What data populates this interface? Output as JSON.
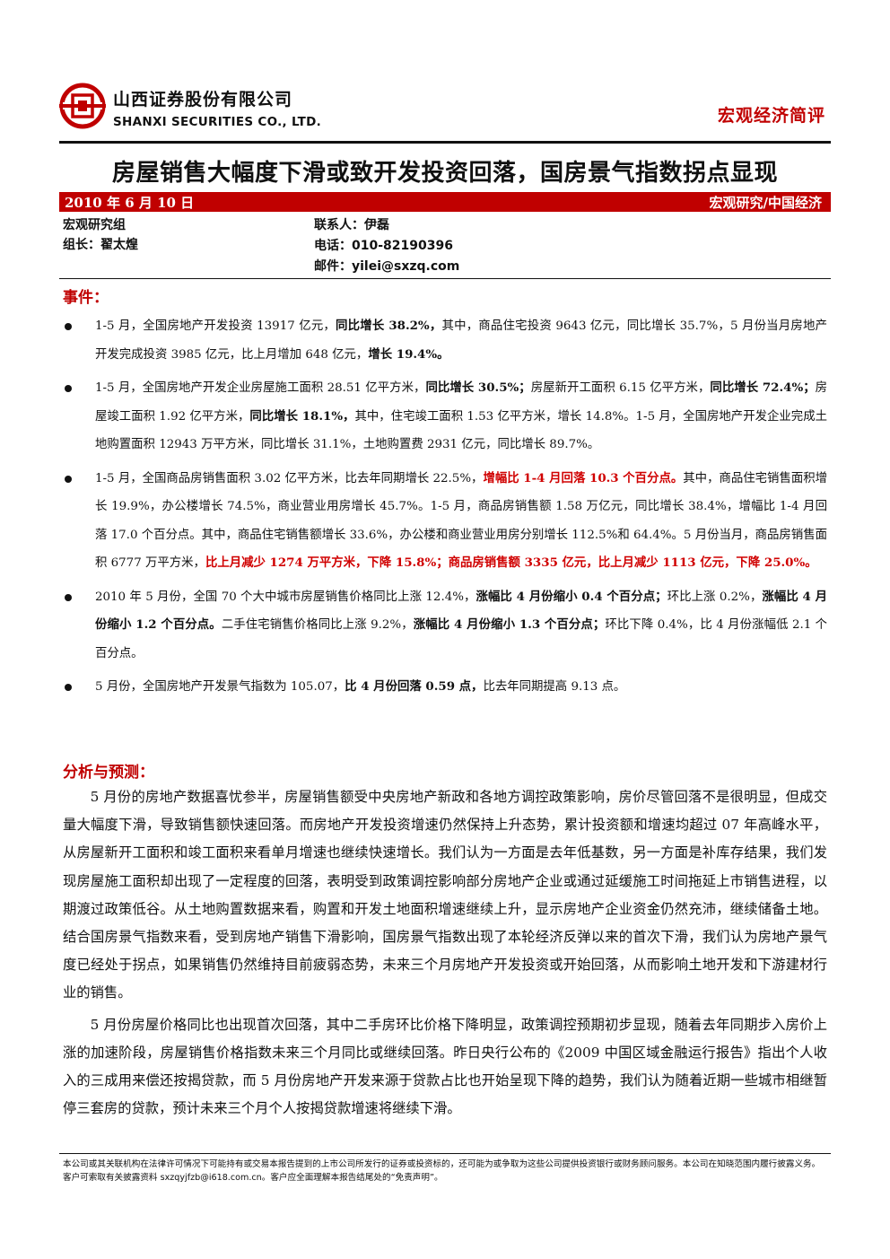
{
  "header": {
    "company_cn": "山西证券股份有限公司",
    "company_en": "SHANXI SECURITIES CO., LTD.",
    "doc_type": "宏观经济简评",
    "colors": {
      "brand_red": "#c00000"
    }
  },
  "title": "房屋销售大幅度下滑或致开发投资回落，国房景气指数拐点显现",
  "bar": {
    "date": "2010 年 6 月 10 日",
    "sector": "宏观研究/中国经济"
  },
  "meta": {
    "group": "宏观研究组",
    "leader": "组长：翟太煌",
    "contact": "联系人：伊磊",
    "phone": "电话：010-82190396",
    "email": "邮件：yilei@sxzq.com"
  },
  "events": {
    "heading": "事件：",
    "items": [
      {
        "segments": [
          {
            "t": "1-5 月，全国房地产开发投资 13917 亿元，"
          },
          {
            "t": "同比增长 38.2%，",
            "s": "b"
          },
          {
            "t": "其中，商品住宅投资 9643 亿元，同比增长 35.7%，5 月份当月房地产开发完成投资 3985 亿元，比上月增加 648 亿元，"
          },
          {
            "t": "增长 19.4%。",
            "s": "b"
          }
        ]
      },
      {
        "segments": [
          {
            "t": "1-5 月，全国房地产开发企业房屋施工面积 28.51 亿平方米，"
          },
          {
            "t": "同比增长 30.5%；",
            "s": "b"
          },
          {
            "t": "房屋新开工面积 6.15 亿平方米，"
          },
          {
            "t": "同比增长 72.4%；",
            "s": "b"
          },
          {
            "t": "房屋竣工面积 1.92 亿平方米，"
          },
          {
            "t": "同比增长 18.1%，",
            "s": "b"
          },
          {
            "t": "其中，住宅竣工面积 1.53 亿平方米，增长 14.8%。1-5 月，全国房地产开发企业完成土地购置面积 12943 万平方米，同比增长 31.1%，土地购置费 2931 亿元，同比增长 89.7%。"
          }
        ]
      },
      {
        "segments": [
          {
            "t": "1-5 月，全国商品房销售面积 3.02 亿平方米，比去年同期增长 22.5%，"
          },
          {
            "t": "增幅比 1-4 月回落 10.3 个百分点。",
            "s": "r"
          },
          {
            "t": "其中，商品住宅销售面积增长 19.9%，办公楼增长 74.5%，商业营业用房增长 45.7%。1-5 月，商品房销售额 1.58 万亿元，同比增长 38.4%，增幅比 1-4 月回落 17.0 个百分点。其中，商品住宅销售额增长 33.6%，办公楼和商业营业用房分别增长 112.5%和 64.4%。5 月份当月，商品房销售面积 6777 万平方米，"
          },
          {
            "t": "比上月减少 1274 万平方米，下降 15.8%；商品房销售额 3335 亿元，比上月减少 1113 亿元，下降 25.0%。",
            "s": "r"
          }
        ]
      },
      {
        "segments": [
          {
            "t": "2010 年 5 月份，全国 70 个大中城市房屋销售价格同比上涨 12.4%，"
          },
          {
            "t": "涨幅比 4 月份缩小 0.4 个百分点；",
            "s": "b"
          },
          {
            "t": "环比上涨 0.2%，"
          },
          {
            "t": "涨幅比 4 月份缩小 1.2 个百分点。",
            "s": "b"
          },
          {
            "t": "二手住宅销售价格同比上涨 9.2%，"
          },
          {
            "t": "涨幅比 4 月份缩小 1.3 个百分点；",
            "s": "b"
          },
          {
            "t": "环比下降 0.4%，比 4 月份涨幅低 2.1 个百分点。"
          }
        ]
      },
      {
        "segments": [
          {
            "t": "5 月份，全国房地产开发景气指数为 105.07，"
          },
          {
            "t": "比 4 月份回落 0.59 点，",
            "s": "b"
          },
          {
            "t": "比去年同期提高 9.13 点。"
          }
        ]
      }
    ]
  },
  "analysis": {
    "heading": "分析与预测：",
    "paragraphs": [
      "5 月份的房地产数据喜忧参半，房屋销售额受中央房地产新政和各地方调控政策影响，房价尽管回落不是很明显，但成交量大幅度下滑，导致销售额快速回落。而房地产开发投资增速仍然保持上升态势，累计投资额和增速均超过 07 年高峰水平，从房屋新开工面积和竣工面积来看单月增速也继续快速增长。我们认为一方面是去年低基数，另一方面是补库存结果，我们发现房屋施工面积却出现了一定程度的回落，表明受到政策调控影响部分房地产企业或通过延缓施工时间拖延上市销售进程，以期渡过政策低谷。从土地购置数据来看，购置和开发土地面积增速继续上升，显示房地产企业资金仍然充沛，继续储备土地。结合国房景气指数来看，受到房地产销售下滑影响，国房景气指数出现了本轮经济反弹以来的首次下滑，我们认为房地产景气度已经处于拐点，如果销售仍然维持目前疲弱态势，未来三个月房地产开发投资或开始回落，从而影响土地开发和下游建材行业的销售。",
      "5 月份房屋价格同比也出现首次回落，其中二手房环比价格下降明显，政策调控预期初步显现，随着去年同期步入房价上涨的加速阶段，房屋销售价格指数未来三个月同比或继续回落。昨日央行公布的《2009 中国区域金融运行报告》指出个人收入的三成用来偿还按揭贷款，而 5 月份房地产开发来源于贷款占比也开始呈现下降的趋势，我们认为随着近期一些城市相继暂停三套房的贷款，预计未来三个月个人按揭贷款增速将继续下滑。"
    ]
  },
  "footer": {
    "disclaimer": "本公司或其关联机构在法律许可情况下可能持有或交易本报告提到的上市公司所发行的证券或投资标的，还可能为或争取为这些公司提供投资银行或财务顾问服务。本公司在知晓范围内履行披露义务。客户可索取有关披露资料 sxzqyjfzb@i618.com.cn。客户应全面理解本报告结尾处的“免责声明”。"
  }
}
